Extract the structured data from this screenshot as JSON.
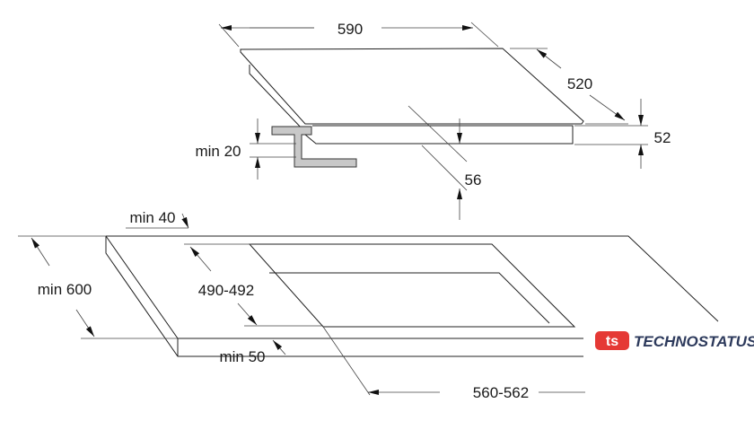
{
  "hob": {
    "width_label": "590",
    "depth_label": "520",
    "height_label": "52",
    "total_depth_label": "56",
    "clearance_label": "min 20"
  },
  "countertop": {
    "depth_label": "min 600",
    "back_gap_label": "min 40",
    "cutout_depth_label": "490-492",
    "front_gap_label": "min 50",
    "cutout_width_label": "560-562"
  },
  "watermark": {
    "logo_text": "TECHNOSTATUS",
    "logo_mark": "ts",
    "logo_color": "#e53935",
    "text_color": "#2d3a5c"
  }
}
